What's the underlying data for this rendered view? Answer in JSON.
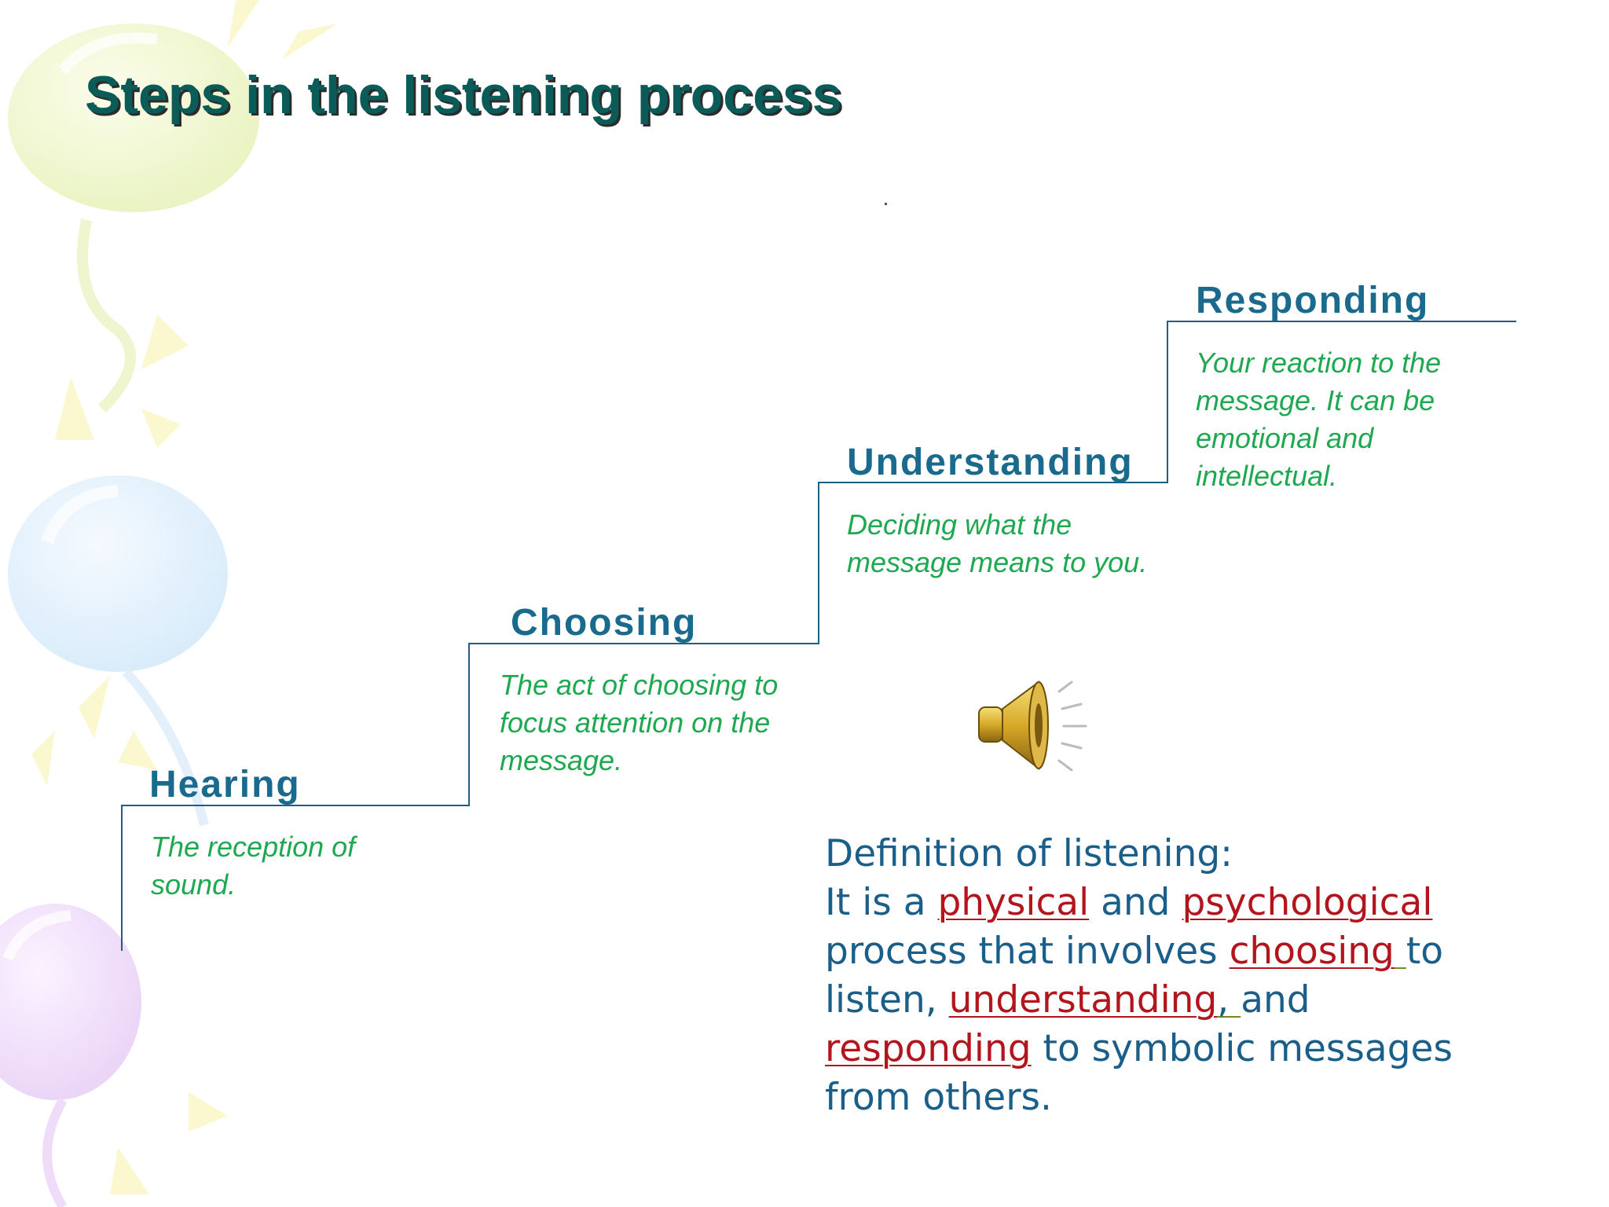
{
  "slide": {
    "title": "Steps in the listening process"
  },
  "steps": [
    {
      "label": "Hearing",
      "description": "The reception of sound."
    },
    {
      "label": "Choosing",
      "description": "The act of choosing to focus attention on the message."
    },
    {
      "label": "Understanding",
      "description": "Deciding what the message means to you."
    },
    {
      "label": "Responding",
      "description": "Your reaction to the message.  It can be emotional and intellectual."
    }
  ],
  "definition": {
    "heading": "Definition of listening:",
    "t1": "It is a ",
    "term_physical": "physical",
    "t2": " and ",
    "term_psychological": "psychological",
    "t3": " process that involves ",
    "term_choosing": "choosing",
    "t4": "to listen, ",
    "term_understanding": "understanding",
    "t5": "and ",
    "term_responding": "responding",
    "t6": " to symbolic messages from others."
  },
  "icons": {
    "speaker": "speaker-icon"
  },
  "colors": {
    "title": "#0b5c59",
    "step_label": "#1a6a8e",
    "step_description": "#1ea850",
    "definition_text": "#1a5e8a",
    "definition_term": "#b3151d"
  }
}
